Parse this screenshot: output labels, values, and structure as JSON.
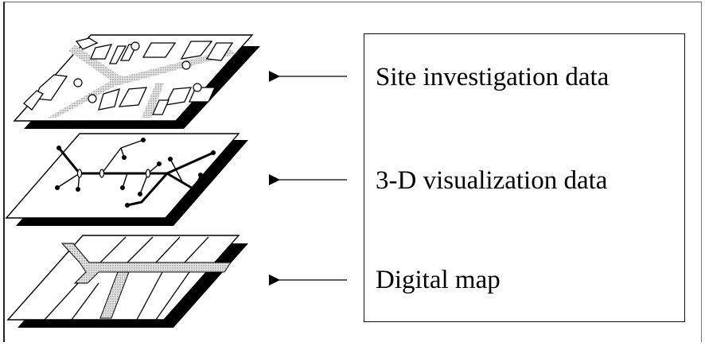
{
  "layers": [
    {
      "id": "site",
      "label": "Site investigation data",
      "icon": "building-plan-layer-icon"
    },
    {
      "id": "vis",
      "label": "3-D visualization data",
      "icon": "borehole-network-layer-icon"
    },
    {
      "id": "map",
      "label": "Digital map",
      "icon": "road-parcel-layer-icon"
    }
  ],
  "colors": {
    "ink": "#000000",
    "road_fill": "#c8c8c8",
    "plate_fill": "#ffffff",
    "shadow": "#000000"
  }
}
